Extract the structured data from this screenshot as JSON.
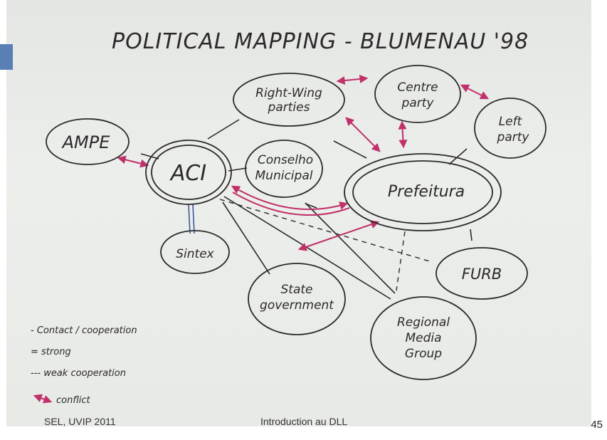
{
  "title": "POLITICAL MAPPING - BLUMENAU '98",
  "nodes": {
    "right_wing": [
      "Right-Wing",
      "parties"
    ],
    "centre": [
      "Centre",
      "party"
    ],
    "left": [
      "Left",
      "party"
    ],
    "ampe": "AMPE",
    "aci": "ACI",
    "conselho": [
      "Conselho",
      "Municipal"
    ],
    "prefeitura": "Prefeitura",
    "sintex": "Sintex",
    "furb": "FURB",
    "state": [
      "State",
      "government"
    ],
    "media": [
      "Regional",
      "Media",
      "Group"
    ]
  },
  "legend": {
    "contact": "- Contact / cooperation",
    "strong": "= strong",
    "weak": "--- weak cooperation",
    "conflict": "conflict"
  },
  "footer": {
    "left": "SEL, UVIP 2011",
    "center": "Introduction au DLL",
    "page": "45"
  },
  "colors": {
    "ink": "#2a2a2a",
    "conflict": "#c0306a",
    "accent_band": "#5a7fb5"
  }
}
